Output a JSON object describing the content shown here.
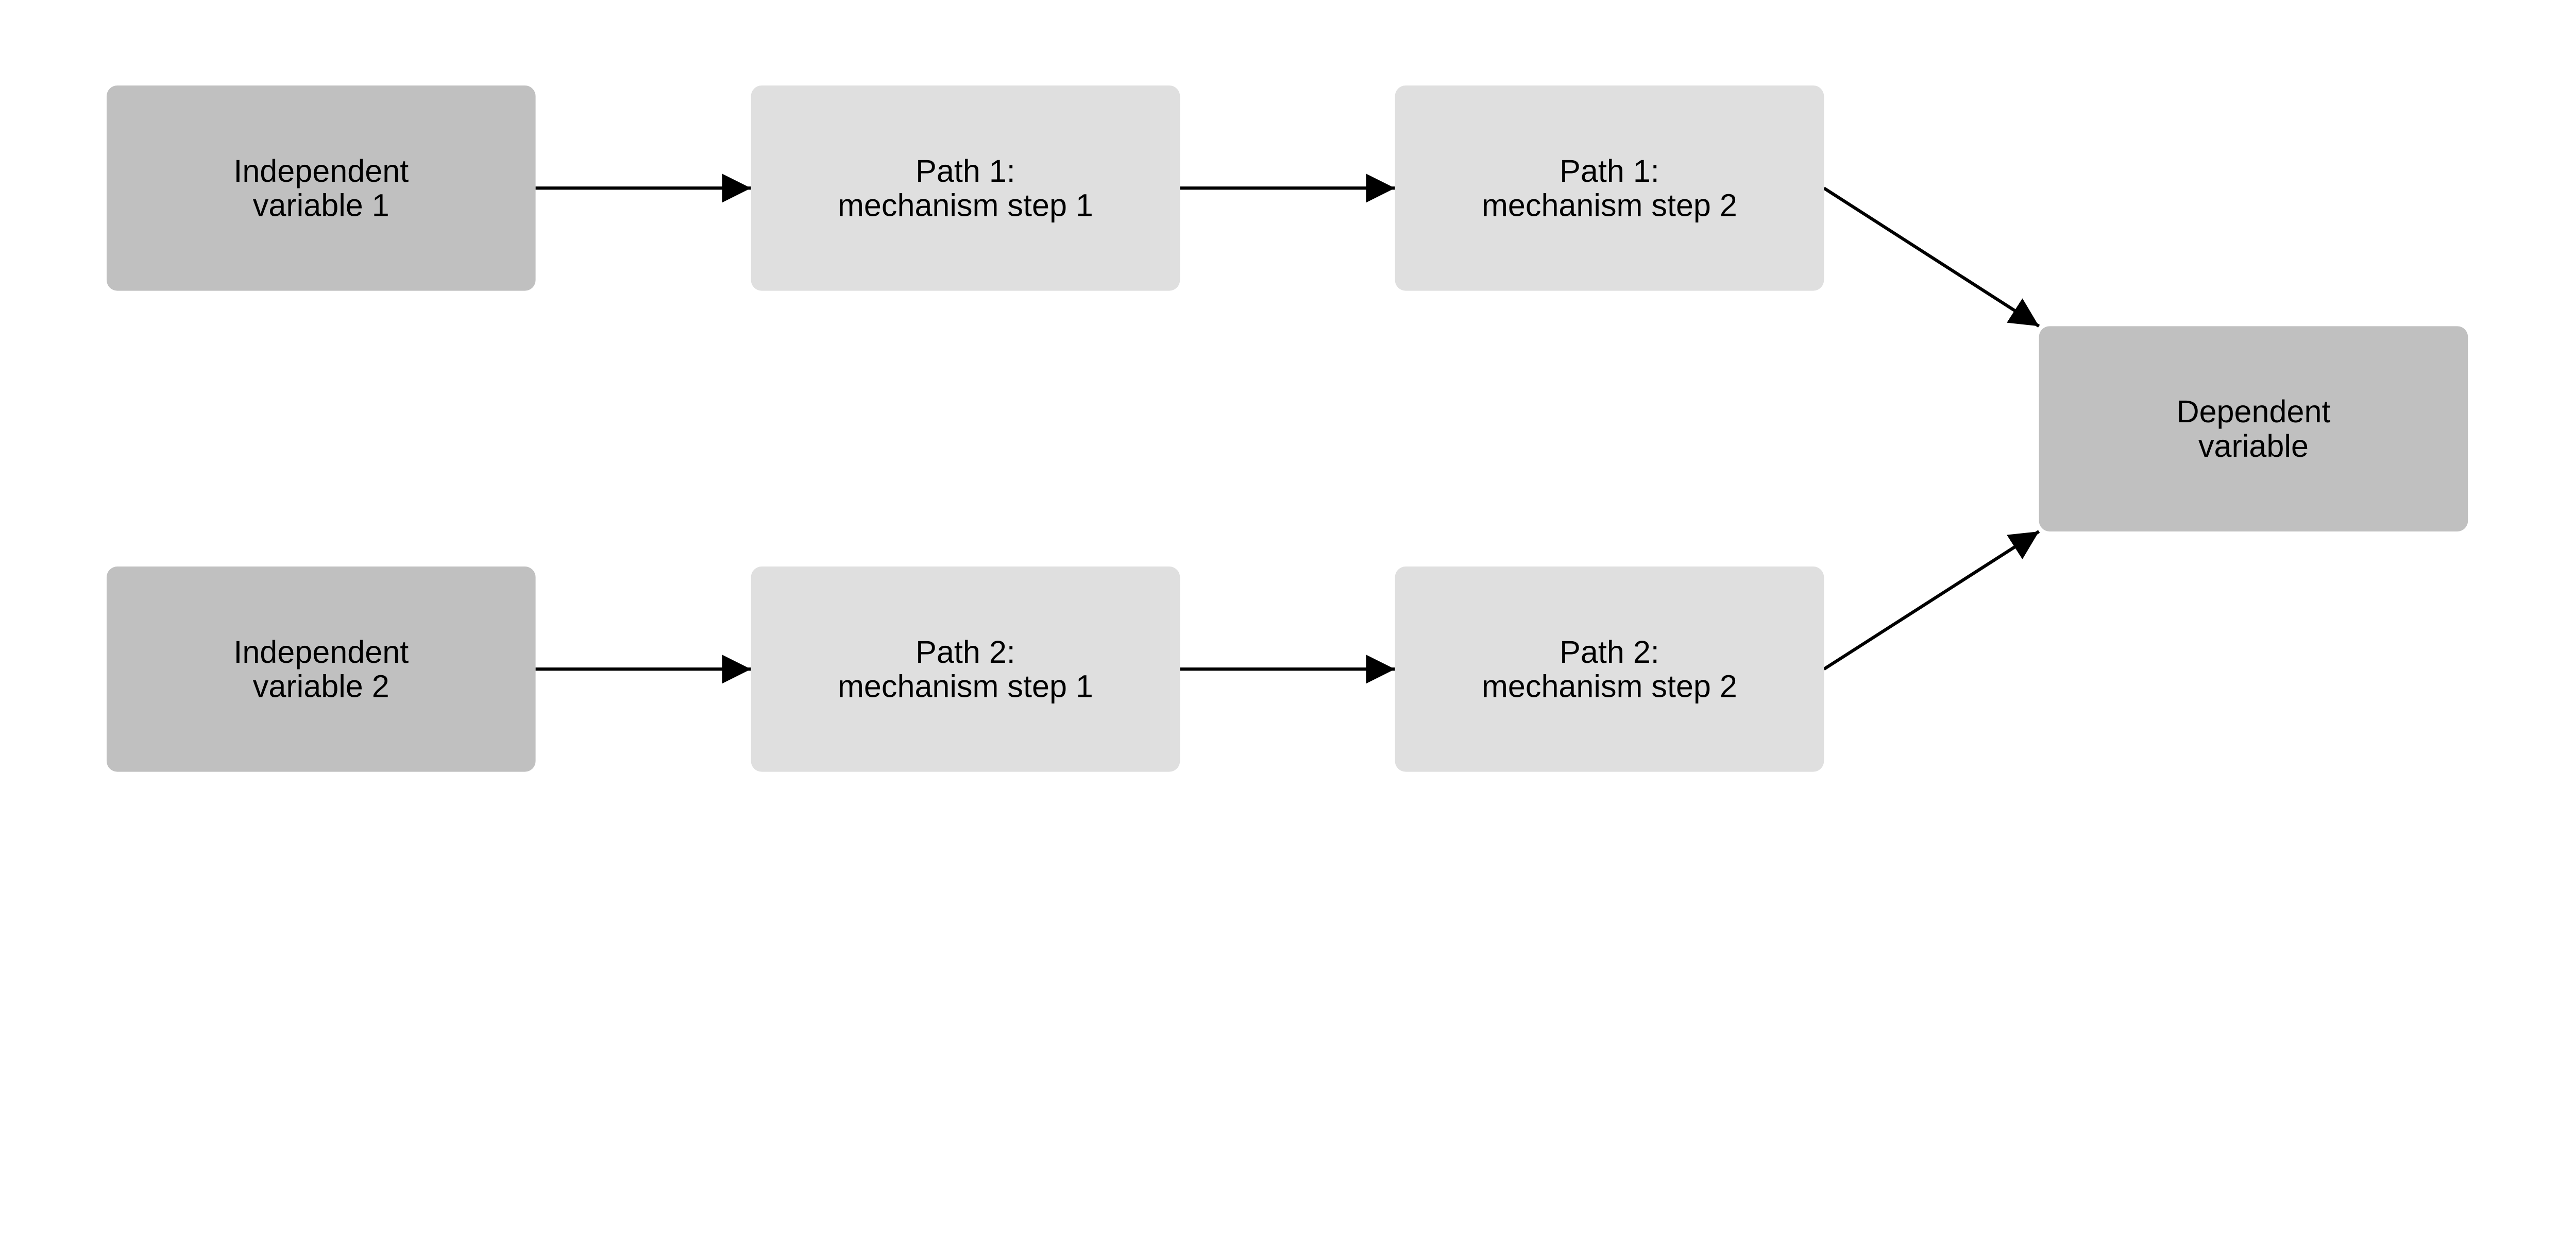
{
  "colors": {
    "independent_fill": "#c0c0c0",
    "mechanism_fill": "#dfdfdf",
    "dependent_fill": "#c0c0c0",
    "arrow": "#000000",
    "background": "#ffffff"
  },
  "nodes": {
    "iv1": {
      "lines": [
        "Independent",
        "variable 1"
      ]
    },
    "iv2": {
      "lines": [
        "Independent",
        "variable 2"
      ]
    },
    "p1s1": {
      "lines": [
        "Path 1:",
        "mechanism step 1"
      ]
    },
    "p1s2": {
      "lines": [
        "Path 1:",
        "mechanism step 2"
      ]
    },
    "p2s1": {
      "lines": [
        "Path 2:",
        "mechanism step 1"
      ]
    },
    "p2s2": {
      "lines": [
        "Path 2:",
        "mechanism step 2"
      ]
    },
    "dv": {
      "lines": [
        "Dependent",
        "variable"
      ]
    }
  },
  "edges": [
    {
      "from": "iv1",
      "to": "p1s1"
    },
    {
      "from": "p1s1",
      "to": "p1s2"
    },
    {
      "from": "p1s2",
      "to": "dv"
    },
    {
      "from": "iv2",
      "to": "p2s1"
    },
    {
      "from": "p2s1",
      "to": "p2s2"
    },
    {
      "from": "p2s2",
      "to": "dv"
    }
  ]
}
